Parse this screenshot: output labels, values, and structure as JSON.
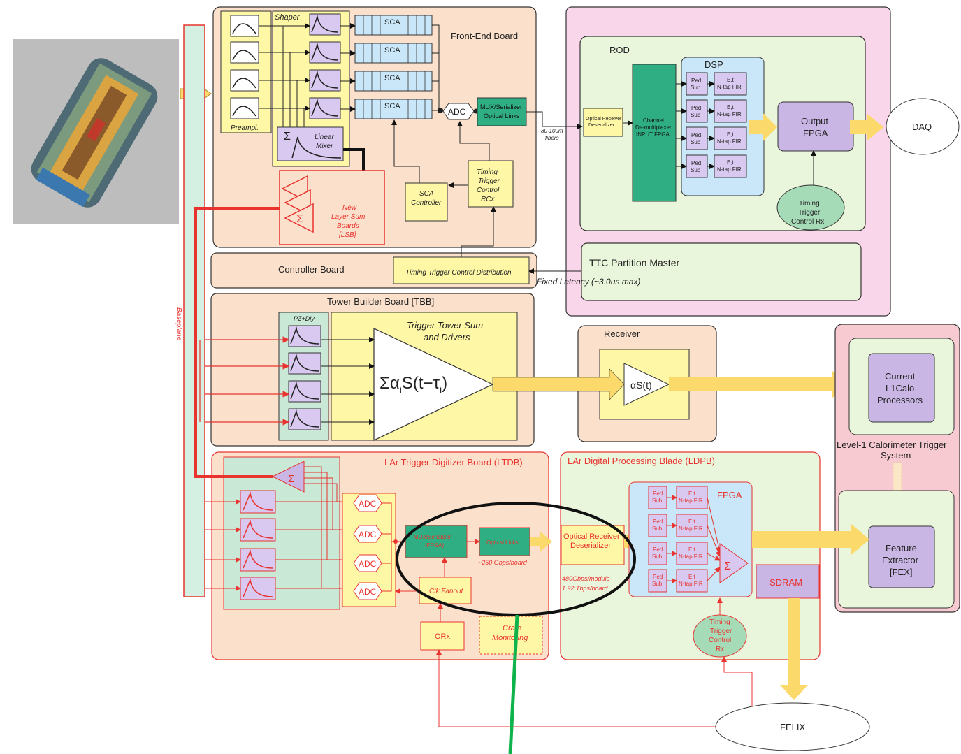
{
  "front_end": {
    "title": "Front-End Board",
    "shaper": "Shaper",
    "preamp": "Preampl.",
    "linear_mixer": [
      "Linear",
      "Mixer"
    ],
    "sca": "SCA",
    "adc": "ADC",
    "mux": [
      "MUX/Serializer",
      "Optical Links"
    ],
    "fibers": [
      "80-100m",
      "fibers"
    ],
    "sca_controller": [
      "SCA",
      "Controller"
    ],
    "ttc_rcx": [
      "Timing",
      "Trigger",
      "Control",
      "RCx"
    ],
    "lsb": [
      "New",
      "Layer Sum",
      "Boards",
      "[LSB]"
    ]
  },
  "baseplane": "Baseplane",
  "controller": {
    "title": "Controller Board",
    "ttc_dist": "Timing Trigger Control Distribution",
    "fixed_latency": "Fixed Latency (~3.0us max)"
  },
  "rod": {
    "title": "ROD",
    "dsp": "DSP",
    "optical_rx": [
      "Optical Receiver",
      "Deserializer"
    ],
    "channel_demux": [
      "Channel",
      "De-multiplexer",
      "INPUT FPGA"
    ],
    "ped_sub": [
      "Ped",
      "Sub"
    ],
    "fir": [
      "E,t",
      "N-tap FIR"
    ],
    "output_fpga": [
      "Output",
      "FPGA"
    ],
    "ttc_rx": [
      "Timing",
      "Trigger",
      "Control Rx"
    ],
    "ttc_partition": "TTC Partition Master"
  },
  "daq": "DAQ",
  "tbb": {
    "title": "Tower Builder Board [TBB]",
    "pz_dly": "PZ+Dly",
    "sum_title": [
      "Trigger Tower Sum",
      "and Drivers"
    ],
    "formula_main": "Σα",
    "formula_sub": "i",
    "formula_mid": "S(t−τ",
    "formula_sub2": "i",
    "formula_end": ")"
  },
  "receiver": {
    "title": "Receiver",
    "formula": "αS(t)"
  },
  "l1calo": {
    "current": [
      "Current",
      "L1Calo",
      "Processors"
    ],
    "system": [
      "Level-1 Calorimeter Trigger",
      "System"
    ],
    "fex": [
      "Feature",
      "Extractor",
      "[FEX]"
    ]
  },
  "ltdb": {
    "title": "LAr Trigger Digitizer Board (LTDB)",
    "adc": "ADC",
    "mux": [
      "MUX/Serializer",
      "(FPGA)"
    ],
    "optical_links": "Optical Links",
    "rate": "~250 Gbps/board",
    "clk_fanout": "Clk Fanout",
    "orx": "ORx",
    "crate_mon": [
      "Crate",
      "Monitoring"
    ]
  },
  "ldpb": {
    "title": "LAr Digital Processing Blade (LDPB)",
    "optical_rx": [
      "Optical Receiver",
      "Deserializer"
    ],
    "rates": [
      "480Gbps/module",
      "1.92 Tbps/board"
    ],
    "fpga": "FPGA",
    "sdram": "SDRAM",
    "ttc_rx": [
      "Timing",
      "Trigger",
      "Control",
      "Rx"
    ]
  },
  "felix": "FELIX",
  "sigma": "Σ",
  "colors": {
    "peach": "#fbe1cc",
    "pink": "#f9d6ea",
    "green_light": "#eaf6dc",
    "yellow": "#fdf7a6",
    "blue_light": "#c9e7f8",
    "teal": "#2fae83",
    "purple": "#c9b6e4",
    "red": "#e8332f",
    "arrow_yellow": "#fbd96a",
    "annotation_green": "#0fb34c"
  }
}
